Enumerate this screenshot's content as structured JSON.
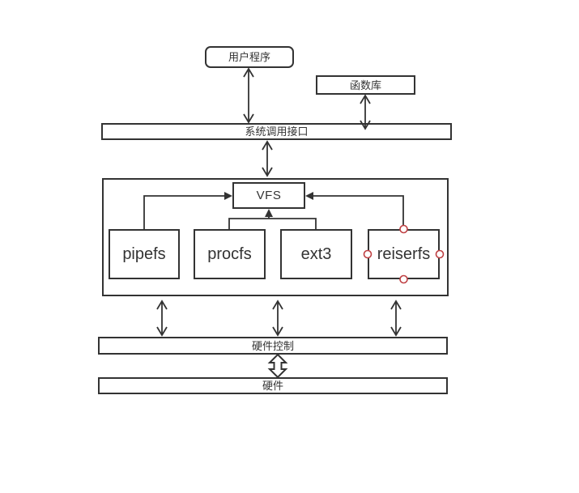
{
  "diagram": {
    "nodes": {
      "user_program": "用户程序",
      "function_library": "函数库",
      "syscall_interface": "系统调用接口",
      "vfs": "VFS",
      "filesystems": [
        "pipefs",
        "procfs",
        "ext3",
        "reiserfs"
      ],
      "hardware_control": "硬件控制",
      "hardware": "硬件"
    },
    "colors": {
      "stroke": "#333333",
      "text": "#333333",
      "shape_fill": "#ffffff",
      "connection_point_stroke": "#bf4043",
      "background": "#ffffff"
    },
    "connection_points": [
      "top",
      "left",
      "right",
      "bottom"
    ]
  }
}
